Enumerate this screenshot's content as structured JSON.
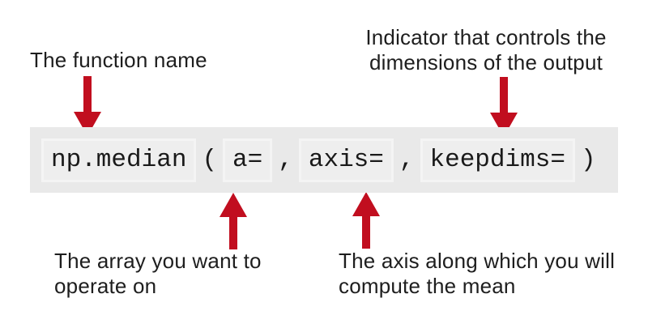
{
  "callouts": {
    "function_name": "The function name",
    "keepdims": "Indicator that controls the\ndimensions of the output",
    "array": "The array you want to\noperate on",
    "axis": "The axis along which you will\ncompute the mean"
  },
  "code": {
    "function": "np.median",
    "open_paren": "(",
    "arg_a": "a=",
    "comma1": ",",
    "arg_axis": "axis=",
    "comma2": ",",
    "arg_keepdims": "keepdims=",
    "close_paren": ")"
  },
  "colors": {
    "arrow_red": "#c10e1f",
    "bar_background": "#e9e9e9",
    "box_background": "#eeeeee",
    "box_border": "#f4f4f4",
    "text": "#1e1e1e"
  }
}
